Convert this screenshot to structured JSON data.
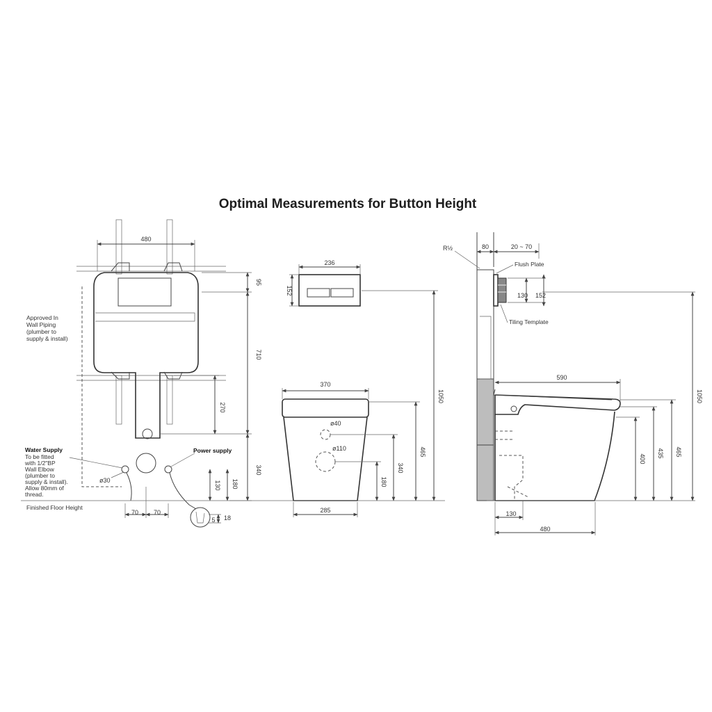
{
  "title": "Optimal Measurements for Button Height",
  "frame_view": {
    "width": "480",
    "dims": [
      "95",
      "710",
      "270",
      "340",
      "180",
      "130"
    ],
    "bottom_dims": [
      "70",
      "70",
      "5",
      "18"
    ],
    "pipe_dia": "ø30",
    "approved_note": [
      "Approved In",
      "Wall Piping",
      "(plumber to",
      "supply & install)"
    ],
    "water_supply_title": "Water Supply",
    "water_supply_note": [
      "To be fitted",
      "with 1/2\"BP",
      "Wall Elbow",
      "(plumber to",
      "supply & install).",
      "Allow 80mm of",
      "thread."
    ],
    "power_supply": "Power supply",
    "floor_label": "Finished Floor Height"
  },
  "front_view": {
    "plate_width": "236",
    "plate_height": "152",
    "pan_width": "370",
    "base_width": "285",
    "hole_small": "ø40",
    "hole_large": "ø110",
    "dims": [
      "1050",
      "465",
      "340",
      "180"
    ]
  },
  "side_view": {
    "r_label": "R½",
    "wall_dim": "80",
    "adjust_dim": "20 ~ 70",
    "flush_plate": "Flush Plate",
    "tiling_template": "Tiling Template",
    "plate_dims": [
      "130",
      "152"
    ],
    "depth": "590",
    "dims": [
      "1050",
      "465",
      "435",
      "400"
    ],
    "bottom_dims": [
      "130",
      "480"
    ]
  },
  "colors": {
    "line": "#444444",
    "wall": "#bdbdbd",
    "text": "#333333"
  }
}
